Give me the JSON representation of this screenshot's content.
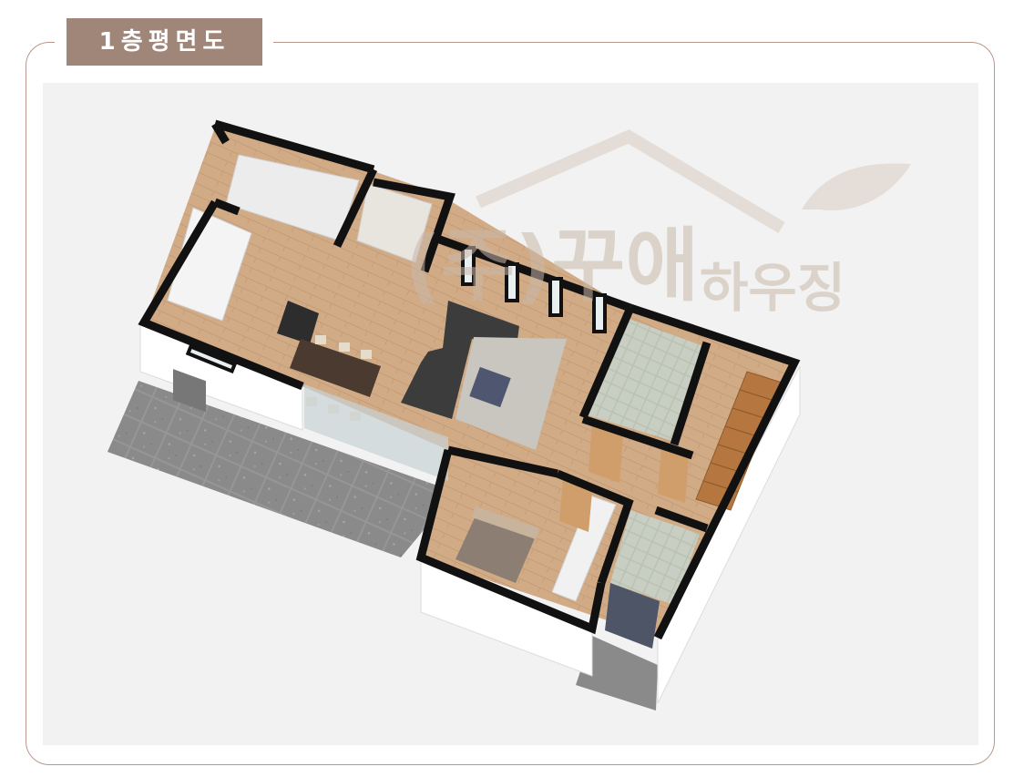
{
  "header": {
    "title": "1층평면도"
  },
  "watermark": {
    "brand_main": "(주)꾸애",
    "brand_sub": "하우징"
  },
  "colors": {
    "accent": "#a08679",
    "frame_border": "#b9978a",
    "wall": "#111111",
    "floor_wood": "#caa27c",
    "paving": "#8f8f8f",
    "canvas": "#f2f2f2"
  }
}
